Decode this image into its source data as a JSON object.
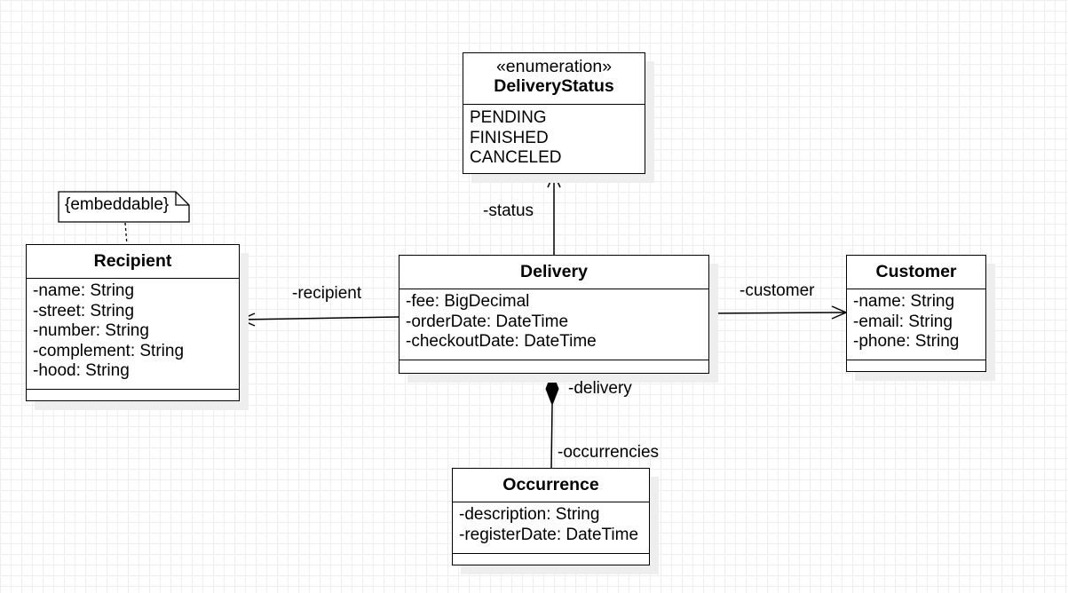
{
  "note": {
    "text": "{embeddable}"
  },
  "classes": {
    "delivery_status": {
      "stereotype": "«enumeration»",
      "name": "DeliveryStatus",
      "literals": [
        "PENDING",
        "FINISHED",
        "CANCELED"
      ]
    },
    "recipient": {
      "name": "Recipient",
      "attributes": [
        "-name: String",
        "-street: String",
        "-number: String",
        "-complement: String",
        "-hood: String"
      ]
    },
    "delivery": {
      "name": "Delivery",
      "attributes": [
        "-fee: BigDecimal",
        "-orderDate: DateTime",
        "-checkoutDate: DateTime"
      ]
    },
    "customer": {
      "name": "Customer",
      "attributes": [
        "-name: String",
        "-email: String",
        "-phone: String"
      ]
    },
    "occurrence": {
      "name": "Occurrence",
      "attributes": [
        "-description: String",
        "-registerDate: DateTime"
      ]
    }
  },
  "relations": {
    "status": "-status",
    "recipient": "-recipient",
    "customer": "-customer",
    "delivery": "-delivery",
    "occurrencies": "-occurrencies"
  }
}
